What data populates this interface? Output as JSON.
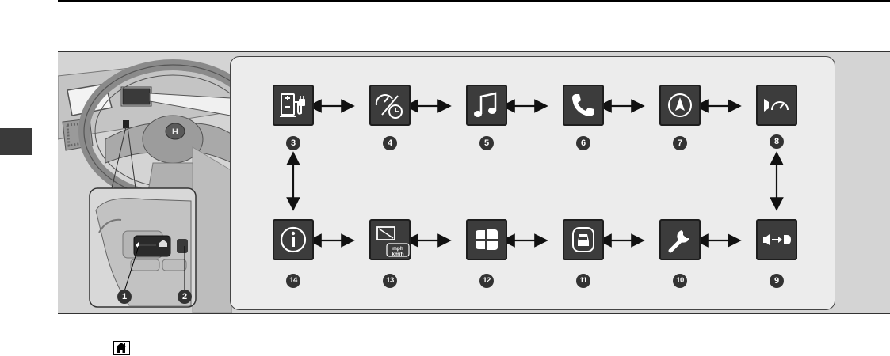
{
  "figure": {
    "buttons": [
      {
        "num": "1"
      },
      {
        "num": "2"
      }
    ],
    "tiles": [
      {
        "num": "3",
        "icon": "ev-charging-icon"
      },
      {
        "num": "4",
        "icon": "trip-meter-clock-icon"
      },
      {
        "num": "5",
        "icon": "music-note-icon"
      },
      {
        "num": "6",
        "icon": "phone-icon"
      },
      {
        "num": "7",
        "icon": "navigation-compass-icon"
      },
      {
        "num": "8",
        "icon": "speed-warning-icon"
      },
      {
        "num": "9",
        "icon": "driver-assist-icon"
      },
      {
        "num": "10",
        "icon": "wrench-icon"
      },
      {
        "num": "11",
        "icon": "car-door-icon"
      },
      {
        "num": "12",
        "icon": "screen-split-icon"
      },
      {
        "num": "13",
        "icon": "display-speed-unit-icon"
      },
      {
        "num": "14",
        "icon": "info-icon"
      }
    ],
    "speed_units": {
      "top": "mph",
      "bottom": "km/h"
    }
  },
  "footer": {
    "icon": "home-icon"
  }
}
